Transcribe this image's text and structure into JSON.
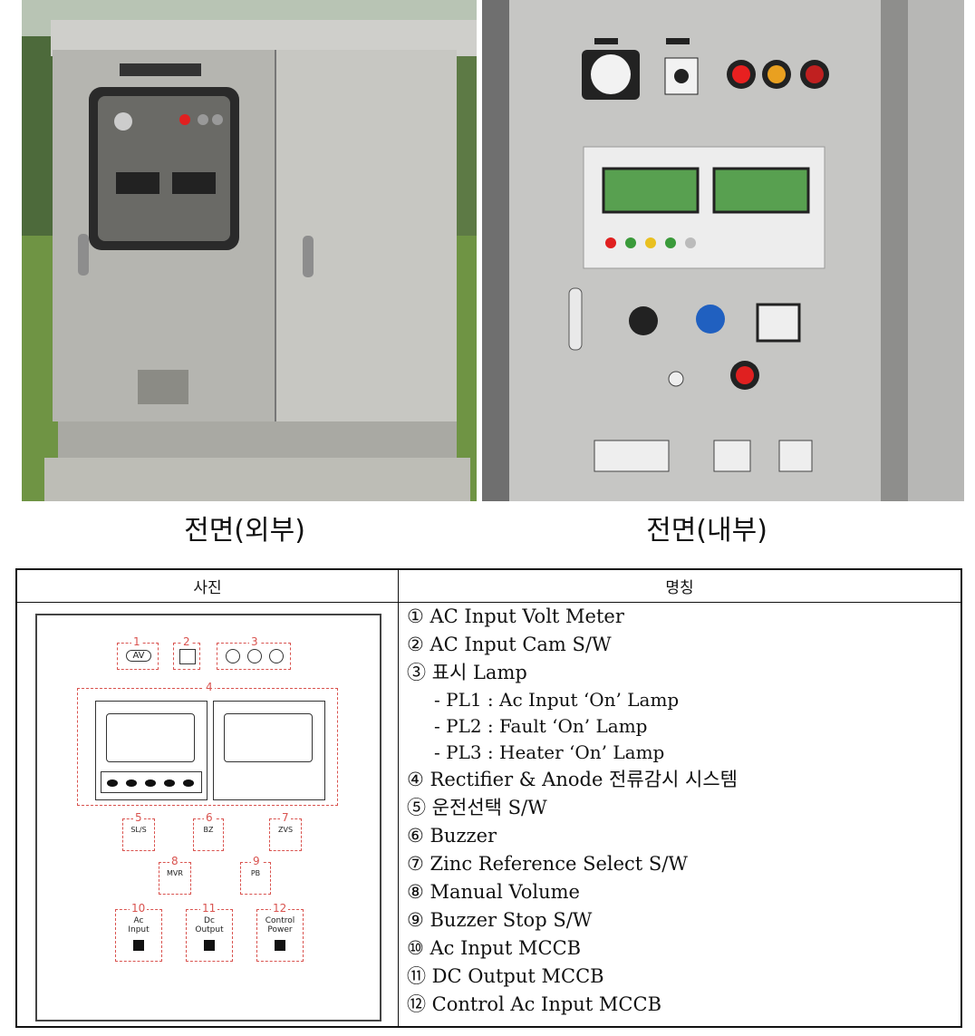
{
  "captions": {
    "exterior": "전면(외부)",
    "interior": "전면(내부)"
  },
  "table": {
    "col_photo": "사진",
    "col_name": "명칭",
    "items": [
      "① AC Input Volt Meter",
      "② AC Input Cam S/W",
      "③ 표시 Lamp",
      "- PL1 : Ac Input ‘On’ Lamp",
      "- PL2 : Fault ‘On’ Lamp",
      "- PL3 : Heater ‘On’ Lamp",
      "④ Rectifier & Anode 전류감시 시스템",
      "⑤ 운전선택 S/W",
      "⑥ Buzzer",
      "⑦ Zinc Reference Select S/W",
      "⑧ Manual Volume",
      "⑨ Buzzer Stop S/W",
      "⑩ Ac Input MCCB",
      "⑪ DC Output MCCB",
      "⑫ Control Ac Input MCCB"
    ]
  },
  "diagram": {
    "num1": "1",
    "num2": "2",
    "num3": "3",
    "num4": "4",
    "num5": "5",
    "num6": "6",
    "num7": "7",
    "num8": "8",
    "num9": "9",
    "num10": "10",
    "num11": "11",
    "num12": "12",
    "av": "AV",
    "lab5": "SL/S",
    "lab6": "BZ",
    "lab7": "ZVS",
    "lab8": "MVR",
    "lab9": "PB",
    "lab10": "Ac\nInput",
    "lab11": "Dc\nOutput",
    "lab12": "Control\nPower"
  }
}
